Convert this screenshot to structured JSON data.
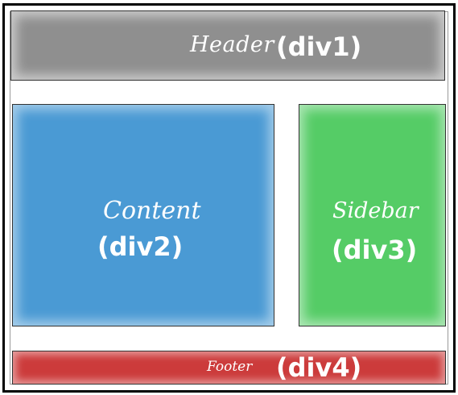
{
  "header": {
    "name": "Header",
    "tag": "(div1)"
  },
  "content": {
    "name": "Content",
    "tag": "(div2)"
  },
  "sidebar": {
    "name": "Sidebar",
    "tag": "(div3)"
  },
  "footer": {
    "name": "Footer",
    "tag": "(div4)"
  },
  "colors": {
    "header": "#8f8f8f",
    "content": "#4a9ad4",
    "sidebar": "#55cc66",
    "footer": "#cc3b3b",
    "frame": "#000000"
  }
}
